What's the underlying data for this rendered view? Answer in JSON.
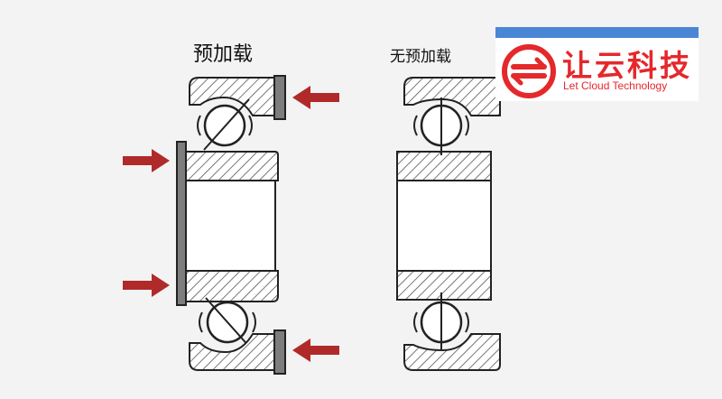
{
  "labels": {
    "preload": "预加载",
    "no_preload": "无预加载"
  },
  "logo": {
    "name_cn": "让云科技",
    "name_en": "Let Cloud Technology",
    "brand_color": "#e4282c",
    "bar_color": "#4a86d6"
  },
  "colors": {
    "arrow": "#b02a2a",
    "spacer": "#7d7d7d",
    "hatch": "#555555",
    "background": "#f3f3f3"
  }
}
